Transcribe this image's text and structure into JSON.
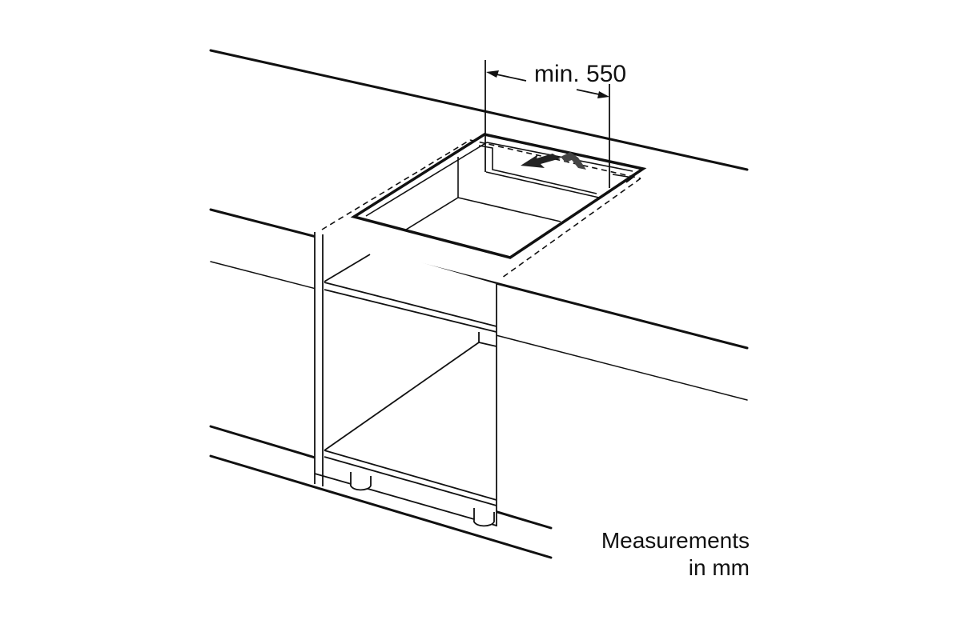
{
  "dimension": {
    "label": "min. 550"
  },
  "note": {
    "line1": "Measurements",
    "line2": "in mm"
  },
  "colors": {
    "line": "#111111",
    "arrow": "#333333",
    "background": "#ffffff"
  }
}
